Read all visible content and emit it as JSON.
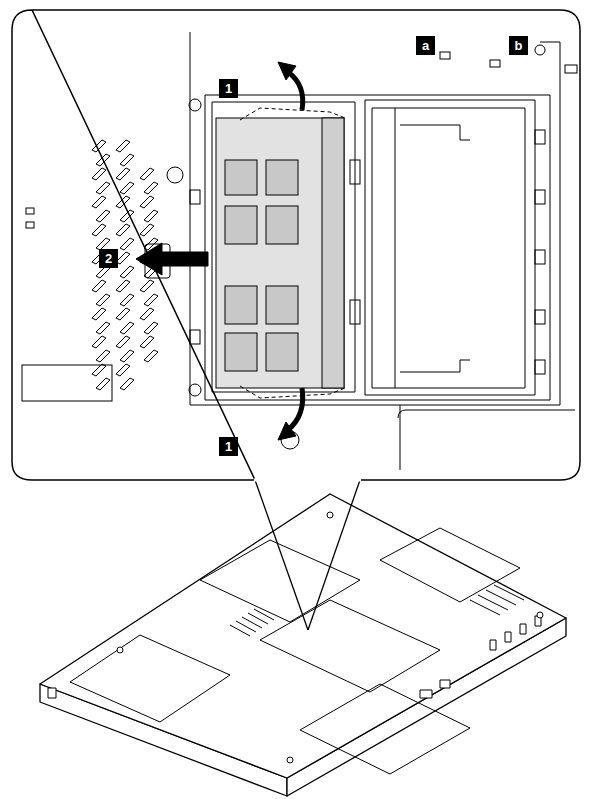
{
  "diagram": {
    "labels": [
      "a",
      "b",
      "1",
      "2",
      "1"
    ]
  }
}
